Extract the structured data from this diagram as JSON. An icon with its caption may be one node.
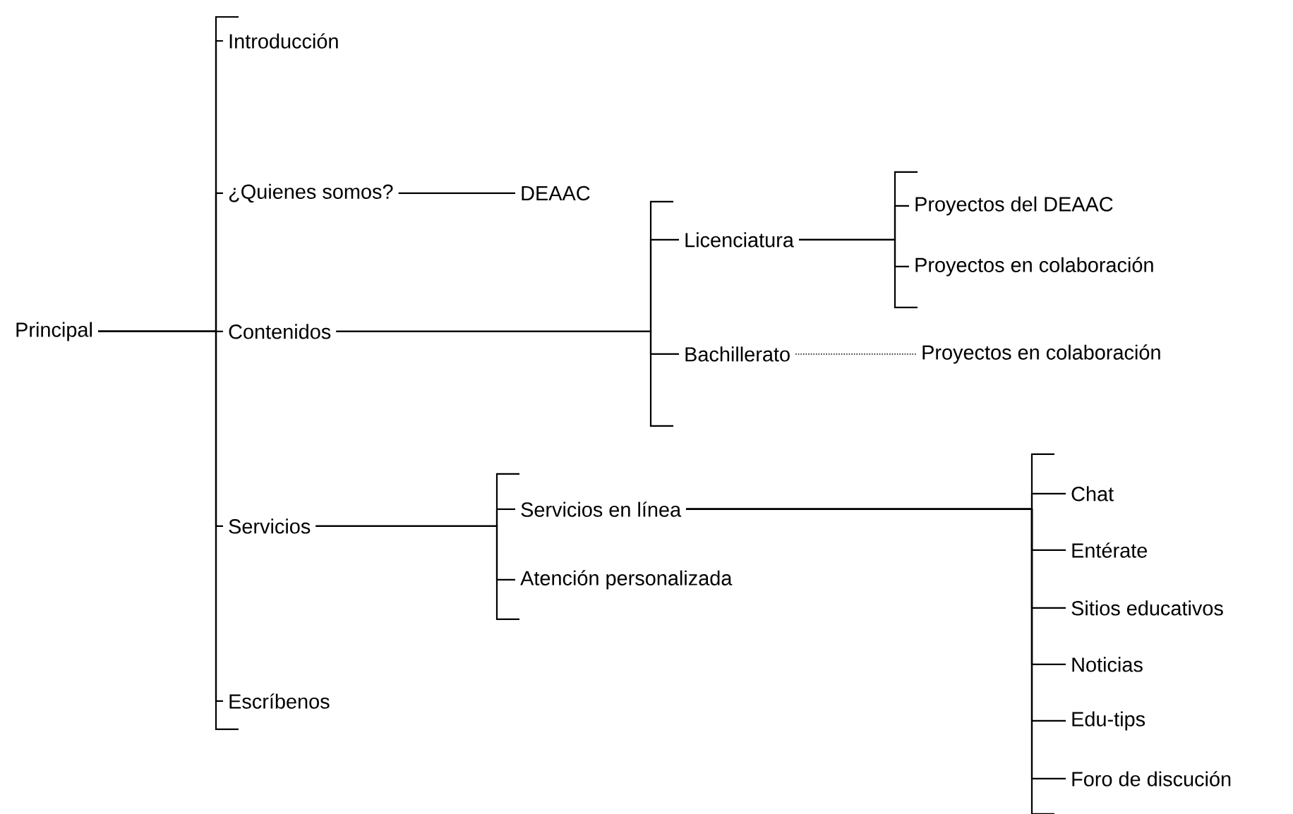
{
  "diagram": {
    "nodes": [
      {
        "text": [
          "Principal"
        ]
      },
      {
        "text": [
          "Introducción"
        ]
      },
      {
        "text": [
          "¿Quienes somos?"
        ]
      },
      {
        "text": [
          "Contenidos"
        ]
      },
      {
        "text": [
          "Servicios"
        ]
      },
      {
        "text": [
          "Escríbenos"
        ]
      },
      {
        "text": [
          "DEAAC"
        ]
      },
      {
        "text": [
          "Licenciatura"
        ]
      },
      {
        "text": [
          "Bachillerato"
        ]
      },
      {
        "text": [
          "Proyectos del DEAAC"
        ]
      },
      {
        "text": [
          "Proyectos en colaboración"
        ]
      },
      {
        "text": [
          "Proyectos en colaboración"
        ]
      },
      {
        "text": [
          "Servicios en línea"
        ]
      },
      {
        "text": [
          "Atención personalizada"
        ]
      },
      {
        "text": [
          "Chat"
        ]
      },
      {
        "text": [
          "Entérate"
        ]
      },
      {
        "text": [
          "Sitios educativos"
        ]
      },
      {
        "text": [
          "Noticias"
        ]
      },
      {
        "text": [
          "Edu-tips"
        ]
      },
      {
        "text": [
          "Foro de discución"
        ]
      }
    ],
    "edges": [
      {
        "from": 0,
        "to": 1,
        "arrow": "none"
      },
      {
        "from": 0,
        "to": 2,
        "arrow": "none"
      },
      {
        "from": 0,
        "to": 3,
        "arrow": "none"
      },
      {
        "from": 0,
        "to": 4,
        "arrow": "none"
      },
      {
        "from": 0,
        "to": 5,
        "arrow": "none"
      },
      {
        "from": 2,
        "to": 6,
        "arrow": "none"
      },
      {
        "from": 3,
        "to": 7,
        "arrow": "none"
      },
      {
        "from": 3,
        "to": 8,
        "arrow": "none"
      },
      {
        "from": 7,
        "to": 9,
        "arrow": "none"
      },
      {
        "from": 7,
        "to": 10,
        "arrow": "none"
      },
      {
        "from": 8,
        "to": 11,
        "arrow": "none",
        "style": "dashed"
      },
      {
        "from": 4,
        "to": 12,
        "arrow": "none"
      },
      {
        "from": 4,
        "to": 13,
        "arrow": "none"
      },
      {
        "from": 12,
        "to": 14,
        "arrow": "none"
      },
      {
        "from": 12,
        "to": 15,
        "arrow": "none"
      },
      {
        "from": 12,
        "to": 16,
        "arrow": "none"
      },
      {
        "from": 12,
        "to": 17,
        "arrow": "none"
      },
      {
        "from": 12,
        "to": 18,
        "arrow": "none"
      },
      {
        "from": 12,
        "to": 19,
        "arrow": "none"
      }
    ]
  }
}
